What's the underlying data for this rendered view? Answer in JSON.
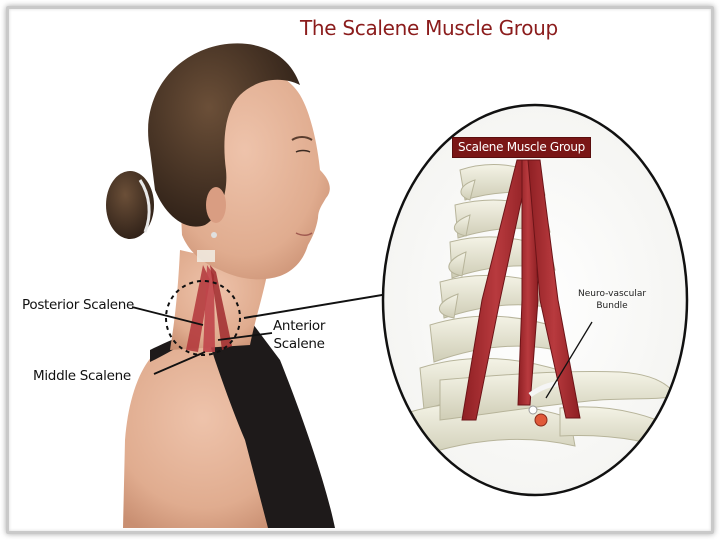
{
  "title": "The Scalene Muscle Group",
  "inset": {
    "banner": "Scalene Muscle Group",
    "neurovascular_line1": "Neuro-vascular",
    "neurovascular_line2": "Bundle"
  },
  "labels": {
    "posterior": "Posterior Scalene",
    "middle": "Middle Scalene",
    "anterior_line1": "Anterior",
    "anterior_line2": "Scalene"
  },
  "colors": {
    "title": "#8b1c1c",
    "muscle": "#a32a2e",
    "bone": "#e9e8d6",
    "skin": "#e6b59c",
    "hair": "#4a3526",
    "shirt": "#1e1a1a"
  }
}
